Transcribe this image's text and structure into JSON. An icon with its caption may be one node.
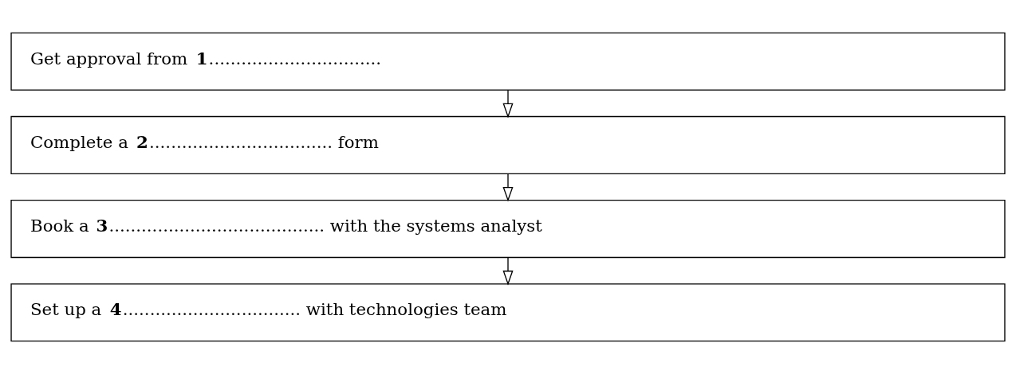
{
  "diagram": {
    "nodes": [
      {
        "text": [
          "Get approval from **1**................................"
        ]
      },
      {
        "text": [
          "Complete a **2**.................................. form"
        ]
      },
      {
        "text": [
          "Book a **3**........................................ with the systems analyst"
        ]
      },
      {
        "text": [
          "Set up a **4**................................. with technologies team"
        ]
      }
    ],
    "edges": [
      {
        "from": 0,
        "to": 1,
        "arrow": "to"
      },
      {
        "from": 1,
        "to": 2,
        "arrow": "to"
      },
      {
        "from": 2,
        "to": 3,
        "arrow": "to"
      }
    ]
  }
}
